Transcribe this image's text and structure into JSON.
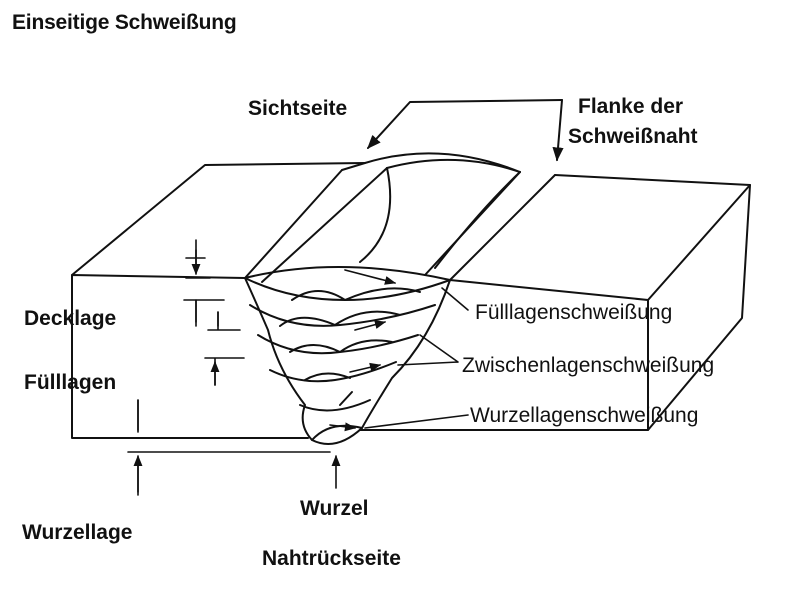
{
  "title": "Einseitige Schweißung",
  "labels": {
    "sichtseite": "Sichtseite",
    "flanke_line1": "Flanke der",
    "flanke_line2": "Schweißnaht",
    "decklage": "Decklage",
    "fuelllagen": "Fülllagen",
    "wurzellage": "Wurzellage",
    "fuelllagenschweissung": "Fülllagenschweißung",
    "zwischenlagenschweissung": "Zwischenlagenschweißung",
    "wurzellagenschweissung": "Wurzellagenschweißung",
    "wurzel": "Wurzel",
    "nahtrueckseite": "Nahtrückseite"
  },
  "colors": {
    "ink": "#111111",
    "background": "#ffffff"
  }
}
